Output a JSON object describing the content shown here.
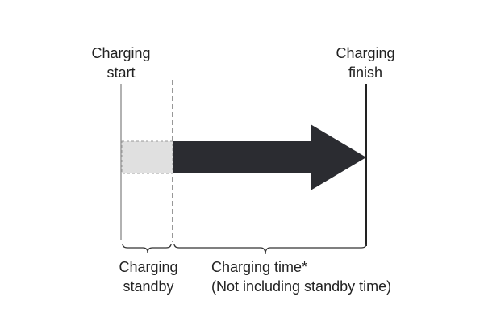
{
  "labels": {
    "start_line1": "Charging",
    "start_line2": "start",
    "finish_line1": "Charging",
    "finish_line2": "finish",
    "standby_line1": "Charging",
    "standby_line2": "standby",
    "time_line1": "Charging time*",
    "time_line2": "(Not including standby time)"
  },
  "colors": {
    "arrow": "#2b2c31",
    "standby_fill": "#e0e0e0",
    "lines": "#888888",
    "finish_line": "#222222"
  }
}
